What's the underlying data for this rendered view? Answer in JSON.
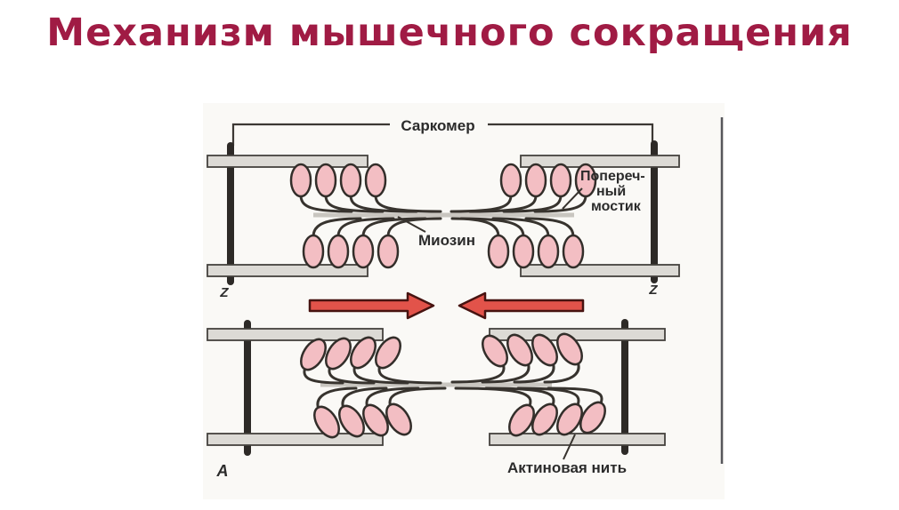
{
  "title": {
    "text": "Механизм мышечного сокращения"
  },
  "colors": {
    "title": "#a01b44",
    "arrow_fill": "#e2534a",
    "arrow_outline": "#471310",
    "myosin_head_fill": "#f3bec3",
    "filament_bar_fill": "#dcdad5",
    "line_dark": "#37332e",
    "label_text": "#2b2b2b"
  },
  "diagram": {
    "labels": {
      "sarcomere": "Саркомер",
      "cross_bridge_l1": "Попереч-",
      "cross_bridge_l2": "ный",
      "cross_bridge_l3": "мостик",
      "myosin": "Миозин",
      "actin": "Актиновая нить",
      "z_left": "Z",
      "z_right": "Z",
      "panel_a": "А"
    }
  }
}
